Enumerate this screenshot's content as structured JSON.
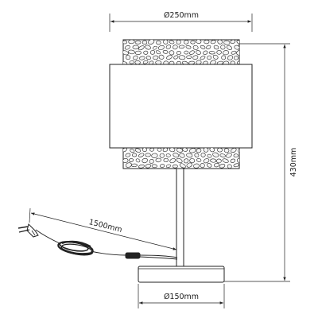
{
  "dimensions": {
    "shade_diameter": "Ø250mm",
    "base_diameter": "Ø150mm",
    "height": "430mm",
    "cable_length": "1500mm"
  },
  "colors": {
    "line": "#222222",
    "background": "#ffffff",
    "fill": "#f4f4f4"
  }
}
